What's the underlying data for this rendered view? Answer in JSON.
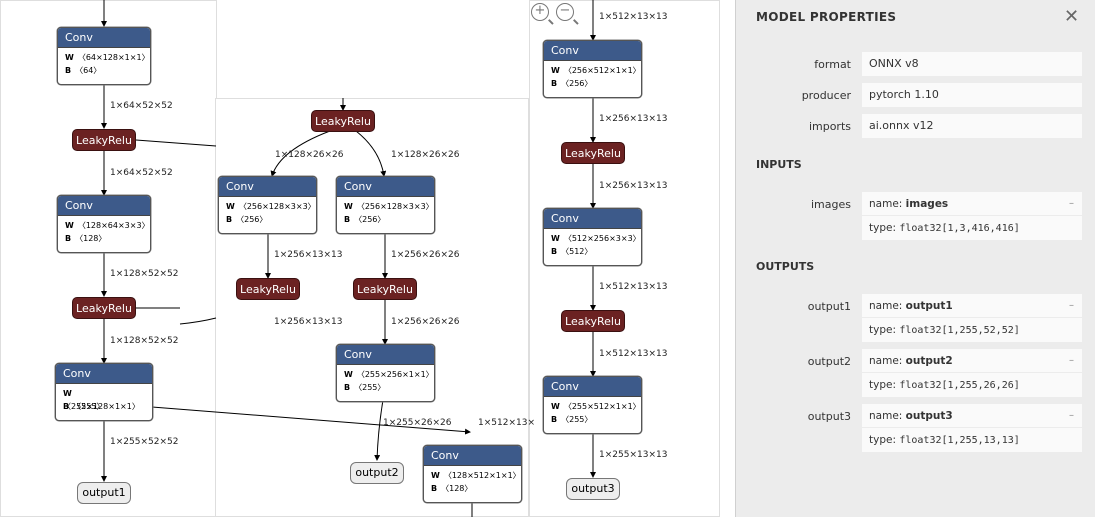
{
  "graph": {
    "nodes": {
      "conv1": {
        "title": "Conv",
        "w": "〈64×128×1×1〉",
        "b": "〈64〉"
      },
      "relu1": {
        "title": "LeakyRelu"
      },
      "conv2": {
        "title": "Conv",
        "w": "〈128×64×3×3〉",
        "b": "〈128〉"
      },
      "relu2": {
        "title": "LeakyRelu"
      },
      "conv3": {
        "title": "Conv",
        "w": "〈255×128×1×1〉",
        "b": "〈255〉"
      },
      "out1": {
        "title": "output1"
      },
      "relu_m": {
        "title": "LeakyRelu"
      },
      "conv_m1": {
        "title": "Conv",
        "w": "〈256×128×3×3〉",
        "b": "〈256〉"
      },
      "conv_m2": {
        "title": "Conv",
        "w": "〈256×128×3×3〉",
        "b": "〈256〉"
      },
      "relu_m1": {
        "title": "LeakyRelu"
      },
      "relu_m2": {
        "title": "LeakyRelu"
      },
      "conv_m3": {
        "title": "Conv",
        "w": "〈255×256×1×1〉",
        "b": "〈255〉"
      },
      "out2": {
        "title": "output2"
      },
      "conv_m4": {
        "title": "Conv",
        "w": "〈128×512×1×1〉",
        "b": "〈128〉"
      },
      "conv_r1": {
        "title": "Conv",
        "w": "〈256×512×1×1〉",
        "b": "〈256〉"
      },
      "relu_r1": {
        "title": "LeakyRelu"
      },
      "conv_r2": {
        "title": "Conv",
        "w": "〈512×256×3×3〉",
        "b": "〈512〉"
      },
      "relu_r2": {
        "title": "LeakyRelu"
      },
      "conv_r3": {
        "title": "Conv",
        "w": "〈255×512×1×1〉",
        "b": "〈255〉"
      },
      "out3": {
        "title": "output3"
      }
    },
    "edge_labels": {
      "e1": "1×64×52×52",
      "e2": "1×64×52×52",
      "e3": "1×128×52×52",
      "e4": "1×128×52×52",
      "e5": "1×255×52×52",
      "em1": "1×128×26×26",
      "em2": "1×128×26×26",
      "em3": "1×256×13×13",
      "em4": "1×256×26×26",
      "em5": "1×256×13×13",
      "em6": "1×256×26×26",
      "em7": "1×255×26×26",
      "em8": "1×512×13×",
      "er0": "1×512×13×13",
      "er1": "1×256×13×13",
      "er2": "1×256×13×13",
      "er3": "1×512×13×13",
      "er4": "1×512×13×13",
      "er5": "1×255×13×13"
    },
    "attr_keys": {
      "w": "W",
      "b": "B"
    },
    "zoom_in_symbol": "+",
    "zoom_out_symbol": "−"
  },
  "sidebar": {
    "title": "MODEL PROPERTIES",
    "close_symbol": "✕",
    "properties": [
      {
        "key": "format",
        "value": "ONNX v8"
      },
      {
        "key": "producer",
        "value": "pytorch 1.10"
      },
      {
        "key": "imports",
        "value": "ai.onnx v12"
      }
    ],
    "inputs_title": "INPUTS",
    "inputs": [
      {
        "key": "images",
        "name_label": "name:",
        "name": "images",
        "type_label": "type:",
        "type": "float32[1,3,416,416]"
      }
    ],
    "outputs_title": "OUTPUTS",
    "outputs": [
      {
        "key": "output1",
        "name_label": "name:",
        "name": "output1",
        "type_label": "type:",
        "type": "float32[1,255,52,52]"
      },
      {
        "key": "output2",
        "name_label": "name:",
        "name": "output2",
        "type_label": "type:",
        "type": "float32[1,255,26,26]"
      },
      {
        "key": "output3",
        "name_label": "name:",
        "name": "output3",
        "type_label": "type:",
        "type": "float32[1,255,13,13]"
      }
    ],
    "expand_symbol": "–"
  }
}
